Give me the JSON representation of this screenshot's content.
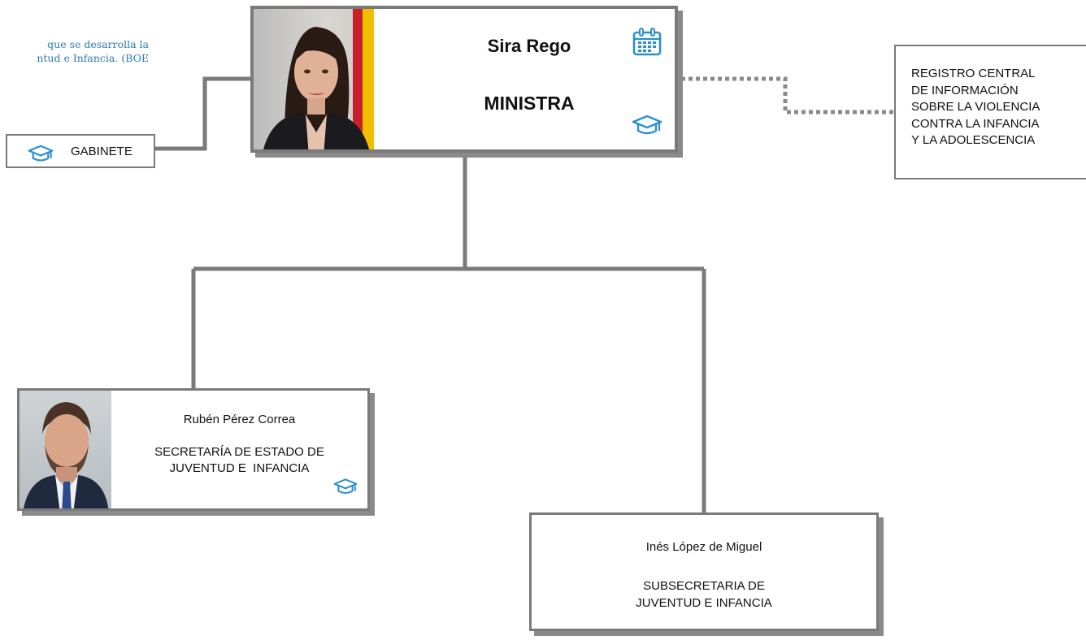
{
  "intro_text": {
    "line1": "que se desarrolla la",
    "line2": "ntud e Infancia. (BOE"
  },
  "minister": {
    "name": "Sira Rego",
    "title": "MINISTRA"
  },
  "gabinete": {
    "label": "GABINETE"
  },
  "registro": {
    "lines": [
      "REGISTRO CENTRAL",
      "DE INFORMACIÓN",
      "SOBRE LA VIOLENCIA",
      "CONTRA LA INFANCIA",
      "Y LA ADOLESCENCIA"
    ]
  },
  "secretaria_estado": {
    "name": "Rubén Pérez Correa",
    "title_line1": "SECRETARÍA DE ESTADO DE",
    "title_line2": "JUVENTUD E  INFANCIA"
  },
  "subsecretaria": {
    "name": "Inés López de Miguel",
    "title_line1": "SUBSECRETARIA DE",
    "title_line2": "JUVENTUD E INFANCIA"
  },
  "colors": {
    "connector": "#7a7a7a",
    "card_shadow": "#8a8a8a",
    "icon_blue": "#2a8fd0",
    "intro_blue": "#2a7bb8"
  },
  "icons": {
    "calendar": "calendar-icon",
    "cap": "graduation-cap-icon"
  }
}
